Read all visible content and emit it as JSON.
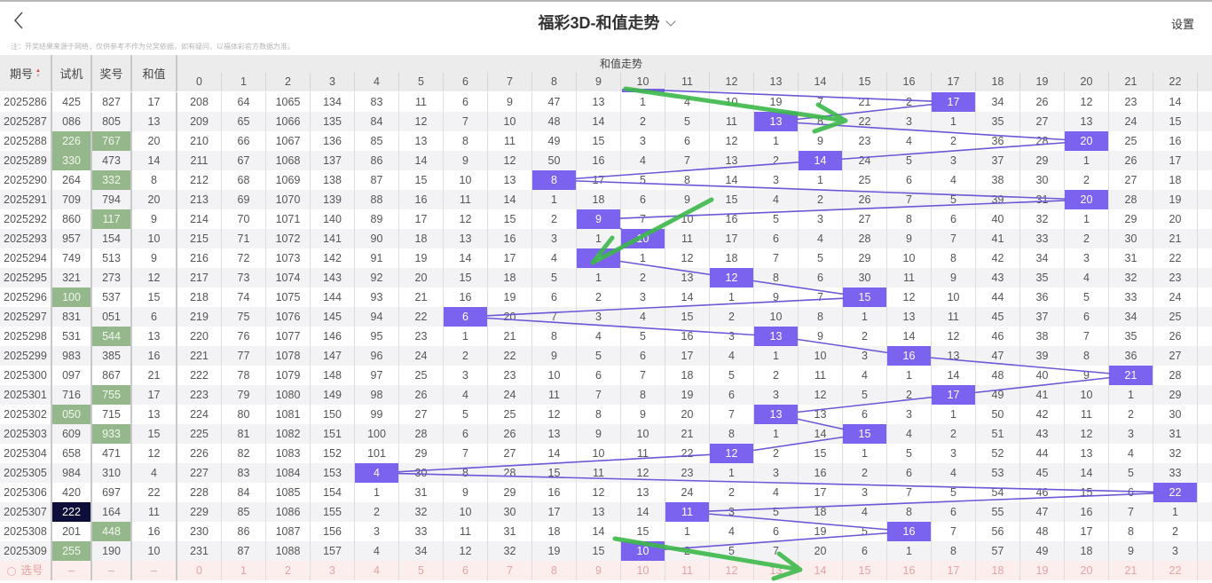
{
  "header": {
    "title": "福彩3D-和值走势",
    "settings_label": "设置",
    "back_icon": "chevron-left-icon",
    "dropdown_icon": "chevron-down-icon"
  },
  "note": "注：开奖结果来源于网络，仅供参考不作为兑奖依据，如有疑问，以福体彩官方数据为准。",
  "columns": {
    "issue": "期号",
    "trial": "试机",
    "prize": "奖号",
    "sum": "和值",
    "trend_group": "和值走势",
    "trend": [
      "0",
      "1",
      "2",
      "3",
      "4",
      "5",
      "6",
      "7",
      "8",
      "9",
      "10",
      "11",
      "12",
      "13",
      "14",
      "15",
      "16",
      "17",
      "18",
      "19",
      "20",
      "21",
      "22"
    ]
  },
  "colors": {
    "hit": "#7b63ef",
    "line": "#6a58d6",
    "green_highlight": "#94b78b",
    "dark_highlight": "#0d0f3a",
    "annotation": "#3cb84a"
  },
  "previous_sum": 10,
  "rows": [
    {
      "issue": "2025286",
      "trial": "425",
      "prize": "827",
      "sum": 17,
      "cells": [
        208,
        64,
        1065,
        134,
        83,
        11,
        6,
        9,
        47,
        13,
        1,
        4,
        10,
        19,
        7,
        21,
        2,
        17,
        34,
        26,
        12,
        23,
        14
      ]
    },
    {
      "issue": "2025287",
      "trial": "086",
      "prize": "805",
      "sum": 13,
      "cells": [
        209,
        65,
        1066,
        135,
        84,
        12,
        7,
        10,
        48,
        14,
        2,
        5,
        11,
        13,
        8,
        22,
        3,
        1,
        35,
        27,
        13,
        24,
        15
      ]
    },
    {
      "issue": "2025288",
      "trial": "226",
      "prize": "767",
      "sum": 20,
      "trial_hl": "green",
      "prize_hl": "green",
      "cells": [
        210,
        66,
        1067,
        136,
        85,
        13,
        8,
        11,
        49,
        15,
        3,
        6,
        12,
        1,
        9,
        23,
        4,
        2,
        36,
        28,
        20,
        25,
        16
      ]
    },
    {
      "issue": "2025289",
      "trial": "330",
      "prize": "473",
      "sum": 14,
      "trial_hl": "green",
      "cells": [
        211,
        67,
        1068,
        137,
        86,
        14,
        9,
        12,
        50,
        16,
        4,
        7,
        13,
        2,
        14,
        24,
        5,
        3,
        37,
        29,
        1,
        26,
        17
      ]
    },
    {
      "issue": "2025290",
      "trial": "264",
      "prize": "332",
      "sum": 8,
      "prize_hl": "green",
      "cells": [
        212,
        68,
        1069,
        138,
        87,
        15,
        10,
        13,
        8,
        17,
        5,
        8,
        14,
        3,
        1,
        25,
        6,
        4,
        38,
        30,
        2,
        27,
        18
      ]
    },
    {
      "issue": "2025291",
      "trial": "709",
      "prize": "794",
      "sum": 20,
      "cells": [
        213,
        69,
        1070,
        139,
        88,
        16,
        11,
        14,
        1,
        18,
        6,
        9,
        15,
        4,
        2,
        26,
        7,
        5,
        39,
        31,
        20,
        28,
        19
      ]
    },
    {
      "issue": "2025292",
      "trial": "860",
      "prize": "117",
      "sum": 9,
      "prize_hl": "green",
      "cells": [
        214,
        70,
        1071,
        140,
        89,
        17,
        12,
        15,
        2,
        9,
        7,
        10,
        16,
        5,
        3,
        27,
        8,
        6,
        40,
        32,
        1,
        29,
        20
      ]
    },
    {
      "issue": "2025293",
      "trial": "957",
      "prize": "154",
      "sum": 10,
      "cells": [
        215,
        71,
        1072,
        141,
        90,
        18,
        13,
        16,
        3,
        1,
        10,
        11,
        17,
        6,
        4,
        28,
        9,
        7,
        41,
        33,
        2,
        30,
        21
      ]
    },
    {
      "issue": "2025294",
      "trial": "749",
      "prize": "513",
      "sum": 9,
      "cells": [
        216,
        72,
        1073,
        142,
        91,
        19,
        14,
        17,
        4,
        9,
        1,
        12,
        18,
        7,
        5,
        29,
        10,
        8,
        42,
        34,
        3,
        31,
        22
      ]
    },
    {
      "issue": "2025295",
      "trial": "321",
      "prize": "273",
      "sum": 12,
      "cells": [
        217,
        73,
        1074,
        143,
        92,
        20,
        15,
        18,
        5,
        1,
        2,
        13,
        12,
        8,
        6,
        30,
        11,
        9,
        43,
        35,
        4,
        32,
        23
      ]
    },
    {
      "issue": "2025296",
      "trial": "100",
      "prize": "537",
      "sum": 15,
      "trial_hl": "green",
      "cells": [
        218,
        74,
        1075,
        144,
        93,
        21,
        16,
        19,
        6,
        2,
        3,
        14,
        1,
        9,
        7,
        15,
        12,
        10,
        44,
        36,
        5,
        33,
        24
      ]
    },
    {
      "issue": "2025297",
      "trial": "831",
      "prize": "051",
      "sum": 6,
      "cells": [
        219,
        75,
        1076,
        145,
        94,
        22,
        6,
        20,
        7,
        3,
        4,
        15,
        2,
        10,
        8,
        1,
        13,
        11,
        45,
        37,
        6,
        34,
        25
      ]
    },
    {
      "issue": "2025298",
      "trial": "531",
      "prize": "544",
      "sum": 13,
      "prize_hl": "green",
      "cells": [
        220,
        76,
        1077,
        146,
        95,
        23,
        1,
        21,
        8,
        4,
        5,
        16,
        3,
        13,
        9,
        2,
        14,
        12,
        46,
        38,
        7,
        35,
        26
      ]
    },
    {
      "issue": "2025299",
      "trial": "983",
      "prize": "385",
      "sum": 16,
      "cells": [
        221,
        77,
        1078,
        147,
        96,
        24,
        2,
        22,
        9,
        5,
        6,
        17,
        4,
        1,
        10,
        3,
        16,
        13,
        47,
        39,
        8,
        36,
        27
      ]
    },
    {
      "issue": "2025300",
      "trial": "097",
      "prize": "867",
      "sum": 21,
      "cells": [
        222,
        78,
        1079,
        148,
        97,
        25,
        3,
        23,
        10,
        6,
        7,
        18,
        5,
        2,
        11,
        4,
        1,
        14,
        48,
        40,
        9,
        21,
        28
      ]
    },
    {
      "issue": "2025301",
      "trial": "716",
      "prize": "755",
      "sum": 17,
      "prize_hl": "green",
      "cells": [
        223,
        79,
        1080,
        149,
        98,
        26,
        4,
        24,
        11,
        7,
        8,
        19,
        6,
        3,
        12,
        5,
        2,
        17,
        49,
        41,
        10,
        1,
        29
      ]
    },
    {
      "issue": "2025302",
      "trial": "050",
      "prize": "715",
      "sum": 13,
      "trial_hl": "green",
      "cells": [
        224,
        80,
        1081,
        150,
        99,
        27,
        5,
        25,
        12,
        8,
        9,
        20,
        7,
        13,
        13,
        6,
        3,
        1,
        50,
        42,
        11,
        2,
        30
      ]
    },
    {
      "issue": "2025303",
      "trial": "609",
      "prize": "933",
      "sum": 15,
      "prize_hl": "green",
      "cells": [
        225,
        81,
        1082,
        151,
        100,
        28,
        6,
        26,
        13,
        9,
        10,
        21,
        8,
        1,
        14,
        15,
        4,
        2,
        51,
        43,
        12,
        3,
        31
      ]
    },
    {
      "issue": "2025304",
      "trial": "658",
      "prize": "471",
      "sum": 12,
      "cells": [
        226,
        82,
        1083,
        152,
        101,
        29,
        7,
        27,
        14,
        10,
        11,
        22,
        12,
        2,
        15,
        1,
        5,
        3,
        52,
        44,
        13,
        4,
        32
      ]
    },
    {
      "issue": "2025305",
      "trial": "984",
      "prize": "310",
      "sum": 4,
      "cells": [
        227,
        83,
        1084,
        153,
        4,
        30,
        8,
        28,
        15,
        11,
        12,
        23,
        1,
        3,
        16,
        2,
        6,
        4,
        53,
        45,
        14,
        5,
        33
      ]
    },
    {
      "issue": "2025306",
      "trial": "420",
      "prize": "697",
      "sum": 22,
      "cells": [
        228,
        84,
        1085,
        154,
        1,
        31,
        9,
        29,
        16,
        12,
        13,
        24,
        2,
        4,
        17,
        3,
        7,
        5,
        54,
        46,
        15,
        6,
        22
      ]
    },
    {
      "issue": "2025307",
      "trial": "222",
      "prize": "164",
      "sum": 11,
      "trial_hl": "dark",
      "cells": [
        229,
        85,
        1086,
        155,
        2,
        32,
        10,
        30,
        17,
        13,
        14,
        11,
        3,
        5,
        18,
        4,
        8,
        6,
        55,
        47,
        16,
        7,
        1
      ]
    },
    {
      "issue": "2025308",
      "trial": "201",
      "prize": "448",
      "sum": 16,
      "prize_hl": "green",
      "cells": [
        230,
        86,
        1087,
        156,
        3,
        33,
        11,
        31,
        18,
        14,
        15,
        1,
        4,
        6,
        19,
        5,
        16,
        7,
        56,
        48,
        17,
        8,
        2
      ]
    },
    {
      "issue": "2025309",
      "trial": "255",
      "prize": "190",
      "sum": 10,
      "trial_hl": "green",
      "cells": [
        231,
        87,
        1088,
        157,
        4,
        34,
        12,
        32,
        19,
        15,
        10,
        2,
        5,
        7,
        20,
        6,
        1,
        8,
        57,
        49,
        18,
        9,
        3
      ]
    }
  ],
  "footer": {
    "label": "选号",
    "dash": "–",
    "numbers": [
      "0",
      "1",
      "2",
      "3",
      "4",
      "5",
      "6",
      "7",
      "8",
      "9",
      "10",
      "11",
      "12",
      "13",
      "14",
      "15",
      "16",
      "17",
      "18",
      "19",
      "20",
      "21",
      "22"
    ]
  }
}
